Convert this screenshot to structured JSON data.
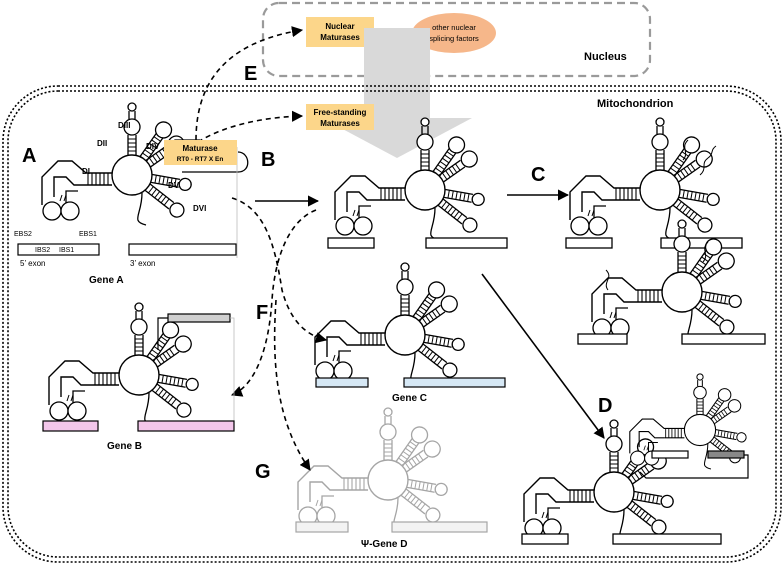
{
  "compartments": {
    "nucleus": "Nucleus",
    "mitochondrion": "Mitochondrion"
  },
  "panels": {
    "a": "A",
    "b": "B",
    "c": "C",
    "d": "D",
    "e": "E",
    "f": "F",
    "g": "G"
  },
  "boxes": {
    "nuclear_maturases_line1": "Nuclear",
    "nuclear_maturases_line2": "Maturases",
    "other_factors_line1": "other nuclear",
    "other_factors_line2": "splicing factors",
    "free_standing_line1": "Free-standing",
    "free_standing_line2": "Maturases",
    "maturase_title": "Maturase",
    "maturase_domains": "RT0 - RT7  X   En"
  },
  "domains": {
    "d1": "DI",
    "d2": "DII",
    "d3": "DIII",
    "d4": "DIV",
    "d5": "DV",
    "d6": "DVI"
  },
  "sites": {
    "ebs2": "EBS2",
    "ebs1": "EBS1",
    "ibs2": "IBS2",
    "ibs1": "IBS1",
    "exon5": "5’ exon",
    "exon3": "3’ exon"
  },
  "genes": {
    "a": "Gene A",
    "b": "Gene B",
    "c": "Gene C",
    "d": "Ψ-Gene D"
  },
  "colors": {
    "maturase_box": "#fcd68a",
    "splicing_factor": "#f6b78a",
    "gene_b_exon": "#f3c6ea",
    "gene_c_exon": "#d6e8f5",
    "pseudogene": "#b7b7b7"
  }
}
